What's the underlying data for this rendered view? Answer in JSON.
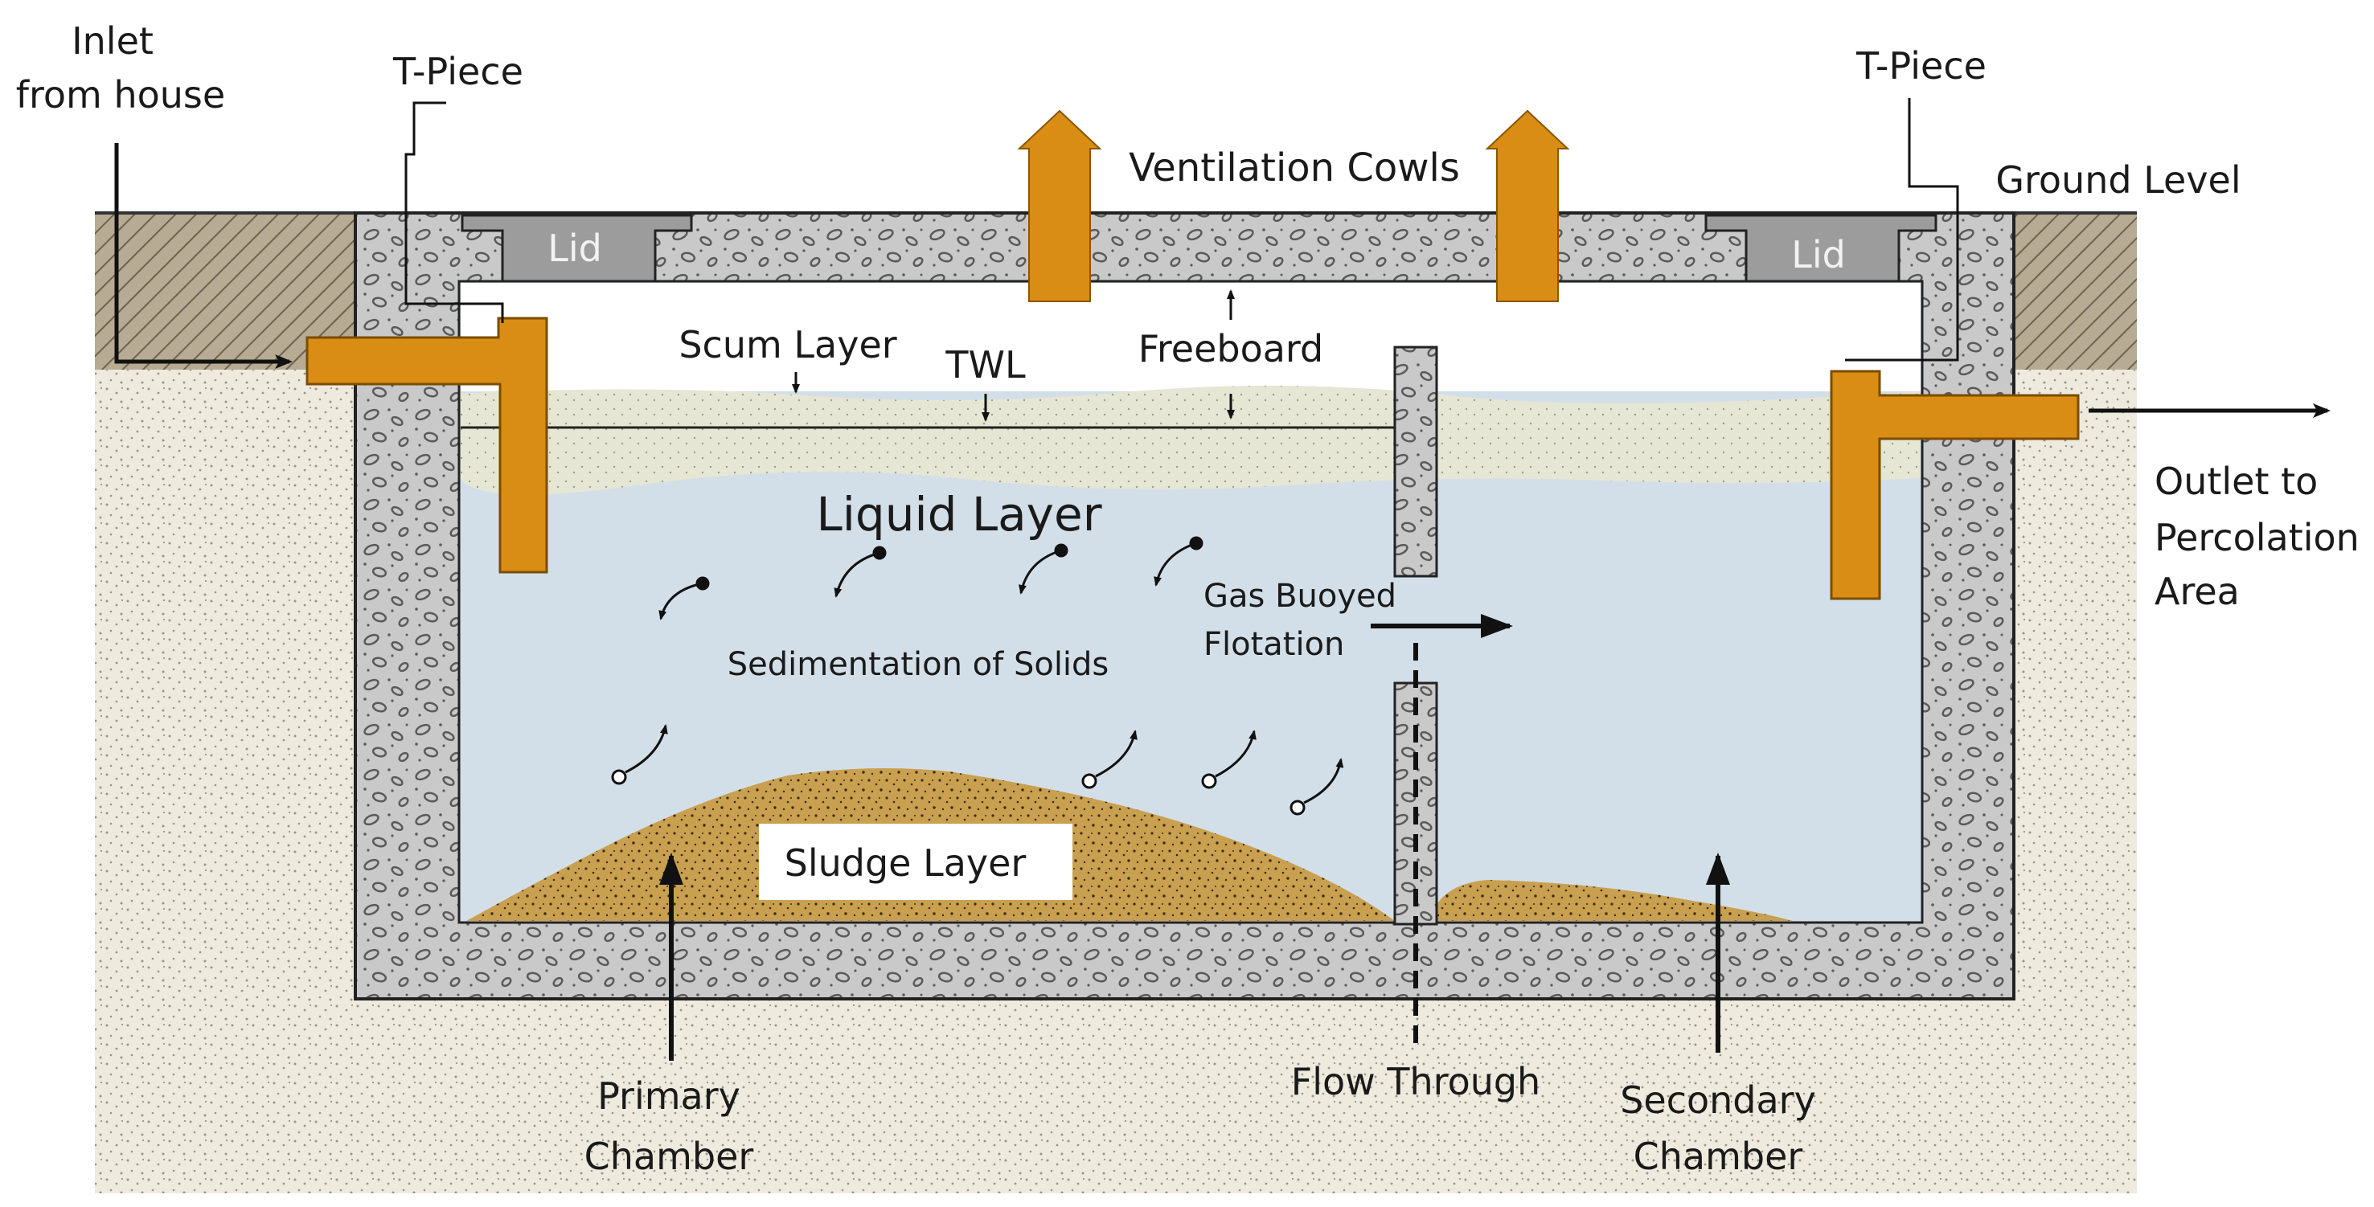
{
  "labels": {
    "inlet_line1": "Inlet",
    "inlet_line2": "from house",
    "tpiece_left": "T-Piece",
    "tpiece_right": "T-Piece",
    "ventilation": "Ventilation Cowls",
    "ground_level": "Ground Level",
    "lid_left": "Lid",
    "lid_right": "Lid",
    "scum_layer": "Scum Layer",
    "twl": "TWL",
    "freeboard": "Freeboard",
    "outlet_line1": "Outlet to",
    "outlet_line2": "Percolation",
    "outlet_line3": "Area",
    "liquid_layer": "Liquid Layer",
    "gas_line1": "Gas Buoyed",
    "gas_line2": "Flotation",
    "sedimentation": "Sedimentation of Solids",
    "sludge_layer": "Sludge Layer",
    "primary_line1": "Primary",
    "primary_line2": "Chamber",
    "flow_through": "Flow Through",
    "secondary_line1": "Secondary",
    "secondary_line2": "Chamber"
  },
  "colors": {
    "soil": "#efeade",
    "soil_dot": "#9a958a",
    "concrete": "#c9c9c9",
    "concrete_stone": "#5a5a5a",
    "lid": "#9c9c9c",
    "water": "#d3dfe8",
    "scum": "#e6e6d4",
    "sludge": "#c9a050",
    "pipe": "#d98d14",
    "hatch_bg": "#b7ab93",
    "hatch_line": "#6d6250"
  }
}
